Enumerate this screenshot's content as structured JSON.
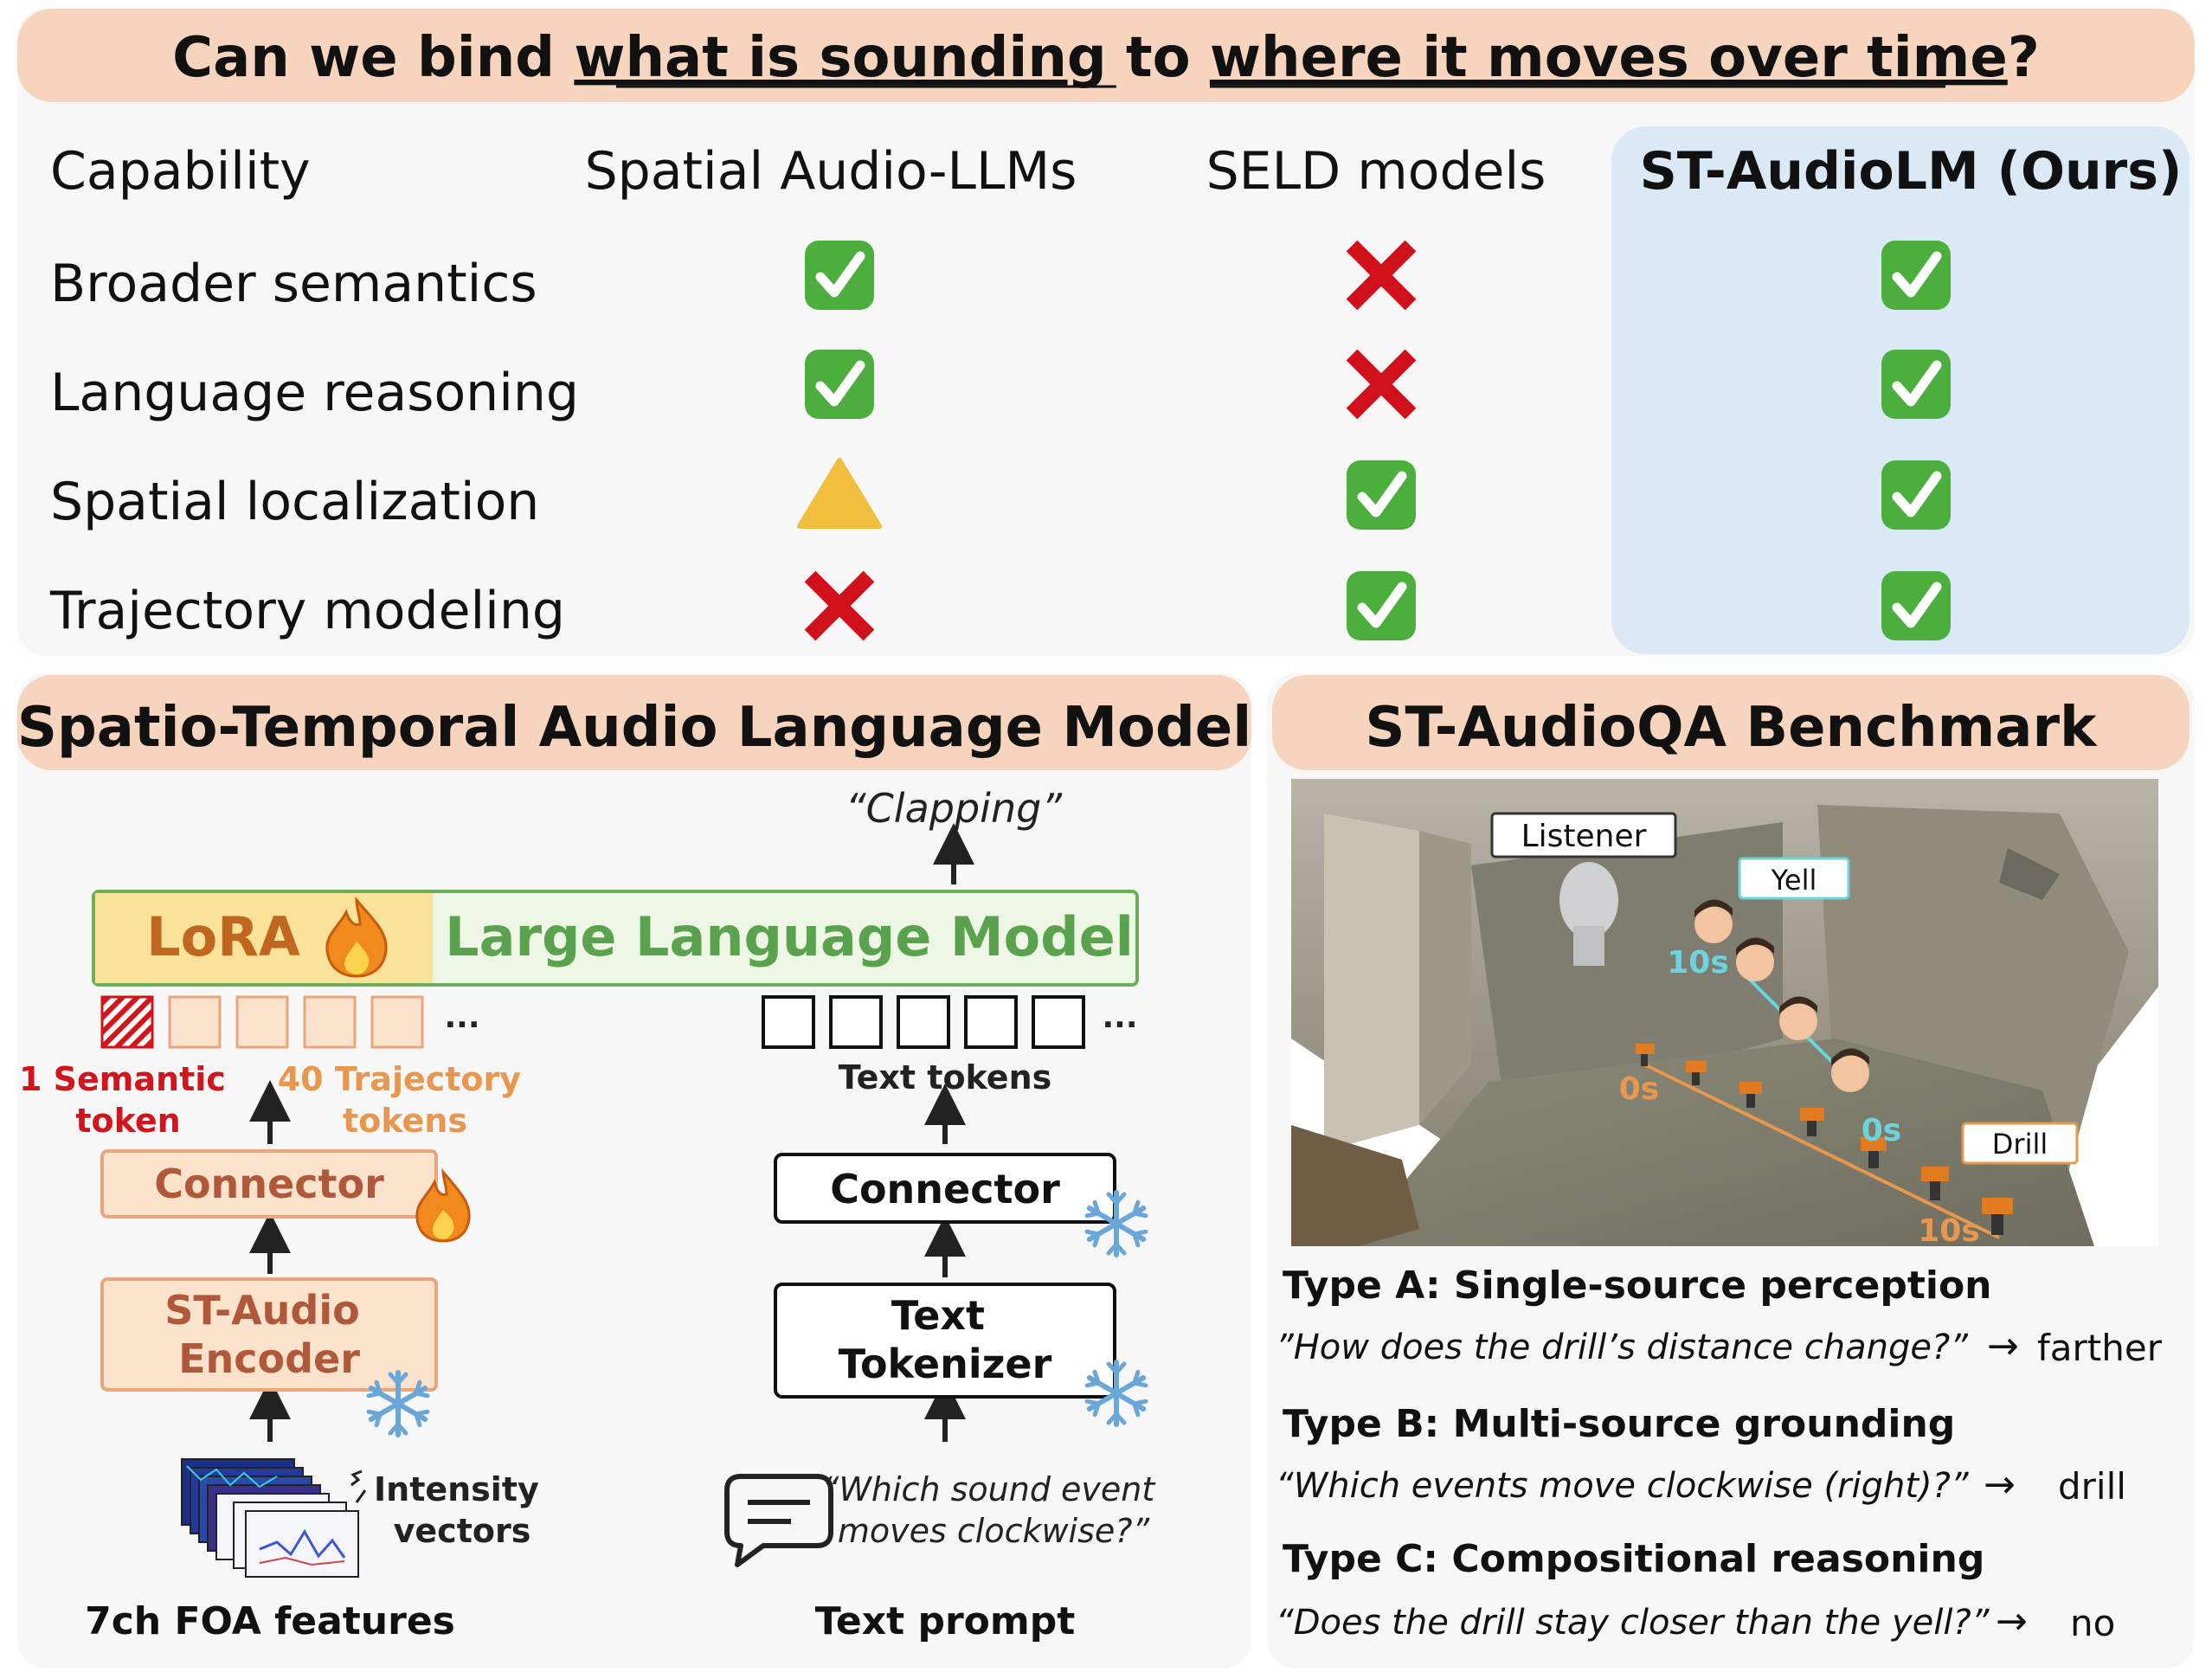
{
  "title": {
    "part1": "Can we bind ",
    "part2": "what is sounding",
    "part3": " to ",
    "part4": "where it moves over time",
    "part5": "?"
  },
  "table": {
    "headers": [
      "Capability",
      "Spatial Audio-LLMs",
      "SELD models",
      "ST-AudioLM (Ours)"
    ],
    "rows": [
      {
        "label": "Broader semantics",
        "cells": [
          "check",
          "cross",
          "check"
        ]
      },
      {
        "label": "Language reasoning",
        "cells": [
          "check",
          "cross",
          "check"
        ]
      },
      {
        "label": "Spatial localization",
        "cells": [
          "triangle",
          "check",
          "check"
        ]
      },
      {
        "label": "Trajectory modeling",
        "cells": [
          "cross",
          "check",
          "check"
        ]
      }
    ]
  },
  "model": {
    "title": "Spatio-Temporal Audio Language Model",
    "output": "“Clapping”",
    "lora": "LoRA",
    "llm": "Large Language Model",
    "semantic_token_1": "1 Semantic",
    "semantic_token_2": "token",
    "trajectory_tokens_1": "40 Trajectory",
    "trajectory_tokens_2": "tokens",
    "text_tokens": "Text tokens",
    "ellipsis": "···",
    "connector_left": "Connector",
    "connector_right": "Connector",
    "encoder_1": "ST-Audio",
    "encoder_2": "Encoder",
    "tokenizer_1": "Text",
    "tokenizer_2": "Tokenizer",
    "intensity_1": "Intensity",
    "intensity_2": "vectors",
    "prompt_1": "“Which sound event",
    "prompt_2": "moves clockwise?”",
    "foa_label": "7ch FOA features",
    "prompt_label": "Text prompt"
  },
  "benchmark": {
    "title": "ST-AudioQA Benchmark",
    "scene_labels": {
      "listener": "Listener",
      "yell": "Yell",
      "drill": "Drill",
      "t10s_a": "10s",
      "t0s_a": "0s",
      "t0s_b": "0s",
      "t10s_b": "10s"
    },
    "types": [
      {
        "title": "Type A: Single-source perception",
        "question": "”How does the drill’s distance change?”",
        "answer": "farther"
      },
      {
        "title": "Type B: Multi-source grounding",
        "question": "“Which events move clockwise (right)?”",
        "answer": "drill"
      },
      {
        "title": "Type C: Compositional reasoning",
        "question": "“Does the drill stay closer than the yell?”",
        "answer": "no"
      }
    ],
    "arrow": "→"
  },
  "colors": {
    "banner": "#f7d4bd",
    "panel": "#f7f7f7",
    "ours_bg": "#dbe9f6",
    "check": "#4caf3d",
    "cross": "#d0111b",
    "triangle": "#f1be3d",
    "llm_border": "#6cb05a",
    "llm_text": "#5aa24d",
    "lora_bg": "#fbe29a",
    "lora_text": "#c0661e",
    "token_fill": "#fbe2cc",
    "token_border": "#e9a57c",
    "semantic_red": "#d3141c",
    "trajectory_orange": "#e8974f",
    "connector_text": "#b0583a",
    "snowflake": "#6aa7d8",
    "flame": "#f08a1c"
  }
}
